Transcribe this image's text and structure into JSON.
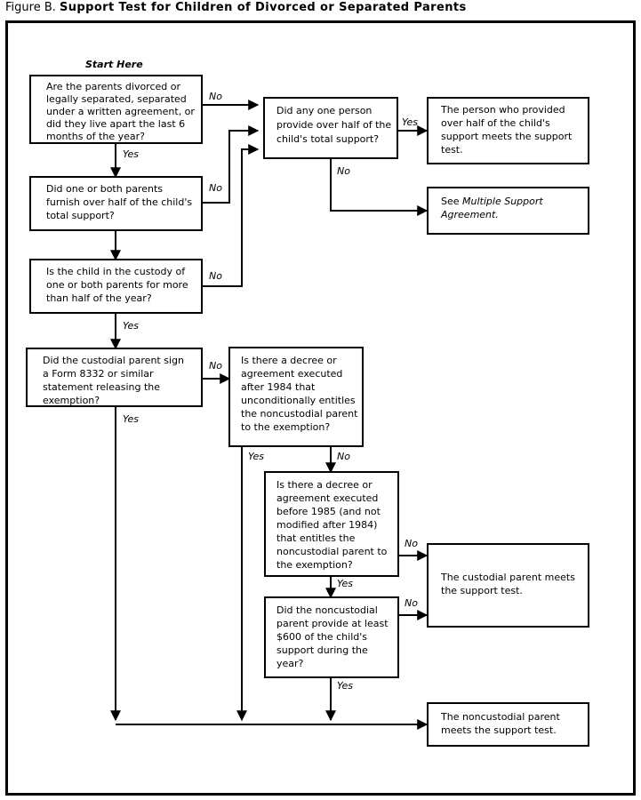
{
  "figure": {
    "label": "Figure B.",
    "title": "Support Test for Children of Divorced or Separated Parents",
    "start_label": "Start Here"
  },
  "edge_labels": {
    "yes": "Yes",
    "no": "No"
  },
  "nodes": {
    "q1": {
      "id": "q1",
      "lines": [
        "Are the parents divorced or",
        "legally separated, separated",
        "under a written agreement, or",
        "did they live apart the last 6",
        "months of the year?"
      ]
    },
    "q2": {
      "id": "q2",
      "lines": [
        "Did one or both parents",
        "furnish over half of the child's",
        "total support?"
      ]
    },
    "q3": {
      "id": "q3",
      "lines": [
        "Is the child in the custody of",
        "one or both parents for more",
        "than half of the year?"
      ]
    },
    "q4": {
      "id": "q4",
      "lines": [
        "Did the custodial parent sign",
        "a Form 8332 or similar",
        "statement releasing the",
        "exemption?"
      ]
    },
    "q5": {
      "id": "q5",
      "lines": [
        "Did any one person",
        "provide over half of the",
        "child's total support?"
      ]
    },
    "q6": {
      "id": "q6",
      "lines": [
        "Is there a decree or",
        "agreement executed",
        "after 1984 that",
        "unconditionally entitles",
        "the noncustodial parent",
        "to the exemption?"
      ]
    },
    "q7": {
      "id": "q7",
      "lines": [
        "Is there a decree or",
        "agreement executed",
        "before 1985 (and not",
        "modified after 1984)",
        "that entitles the",
        "noncustodial parent to",
        "the exemption?"
      ]
    },
    "q8": {
      "id": "q8",
      "lines": [
        "Did the noncustodial",
        "parent provide at least",
        "$600 of the child's",
        "support during the",
        "year?"
      ]
    },
    "r1": {
      "id": "r1",
      "lines": [
        "The person who provided",
        "over half of the child's",
        "support meets the support",
        "test."
      ]
    },
    "r2": {
      "id": "r2",
      "lines": [
        "See Multiple Support",
        "Agreement."
      ],
      "italic_from_word": "Multiple"
    },
    "r3": {
      "id": "r3",
      "lines": [
        "The custodial parent meets",
        "the support test."
      ]
    },
    "r4": {
      "id": "r4",
      "lines": [
        "The noncustodial parent",
        "meets the support test."
      ]
    }
  },
  "colors": {
    "ink": "#000000",
    "paper": "#ffffff"
  }
}
